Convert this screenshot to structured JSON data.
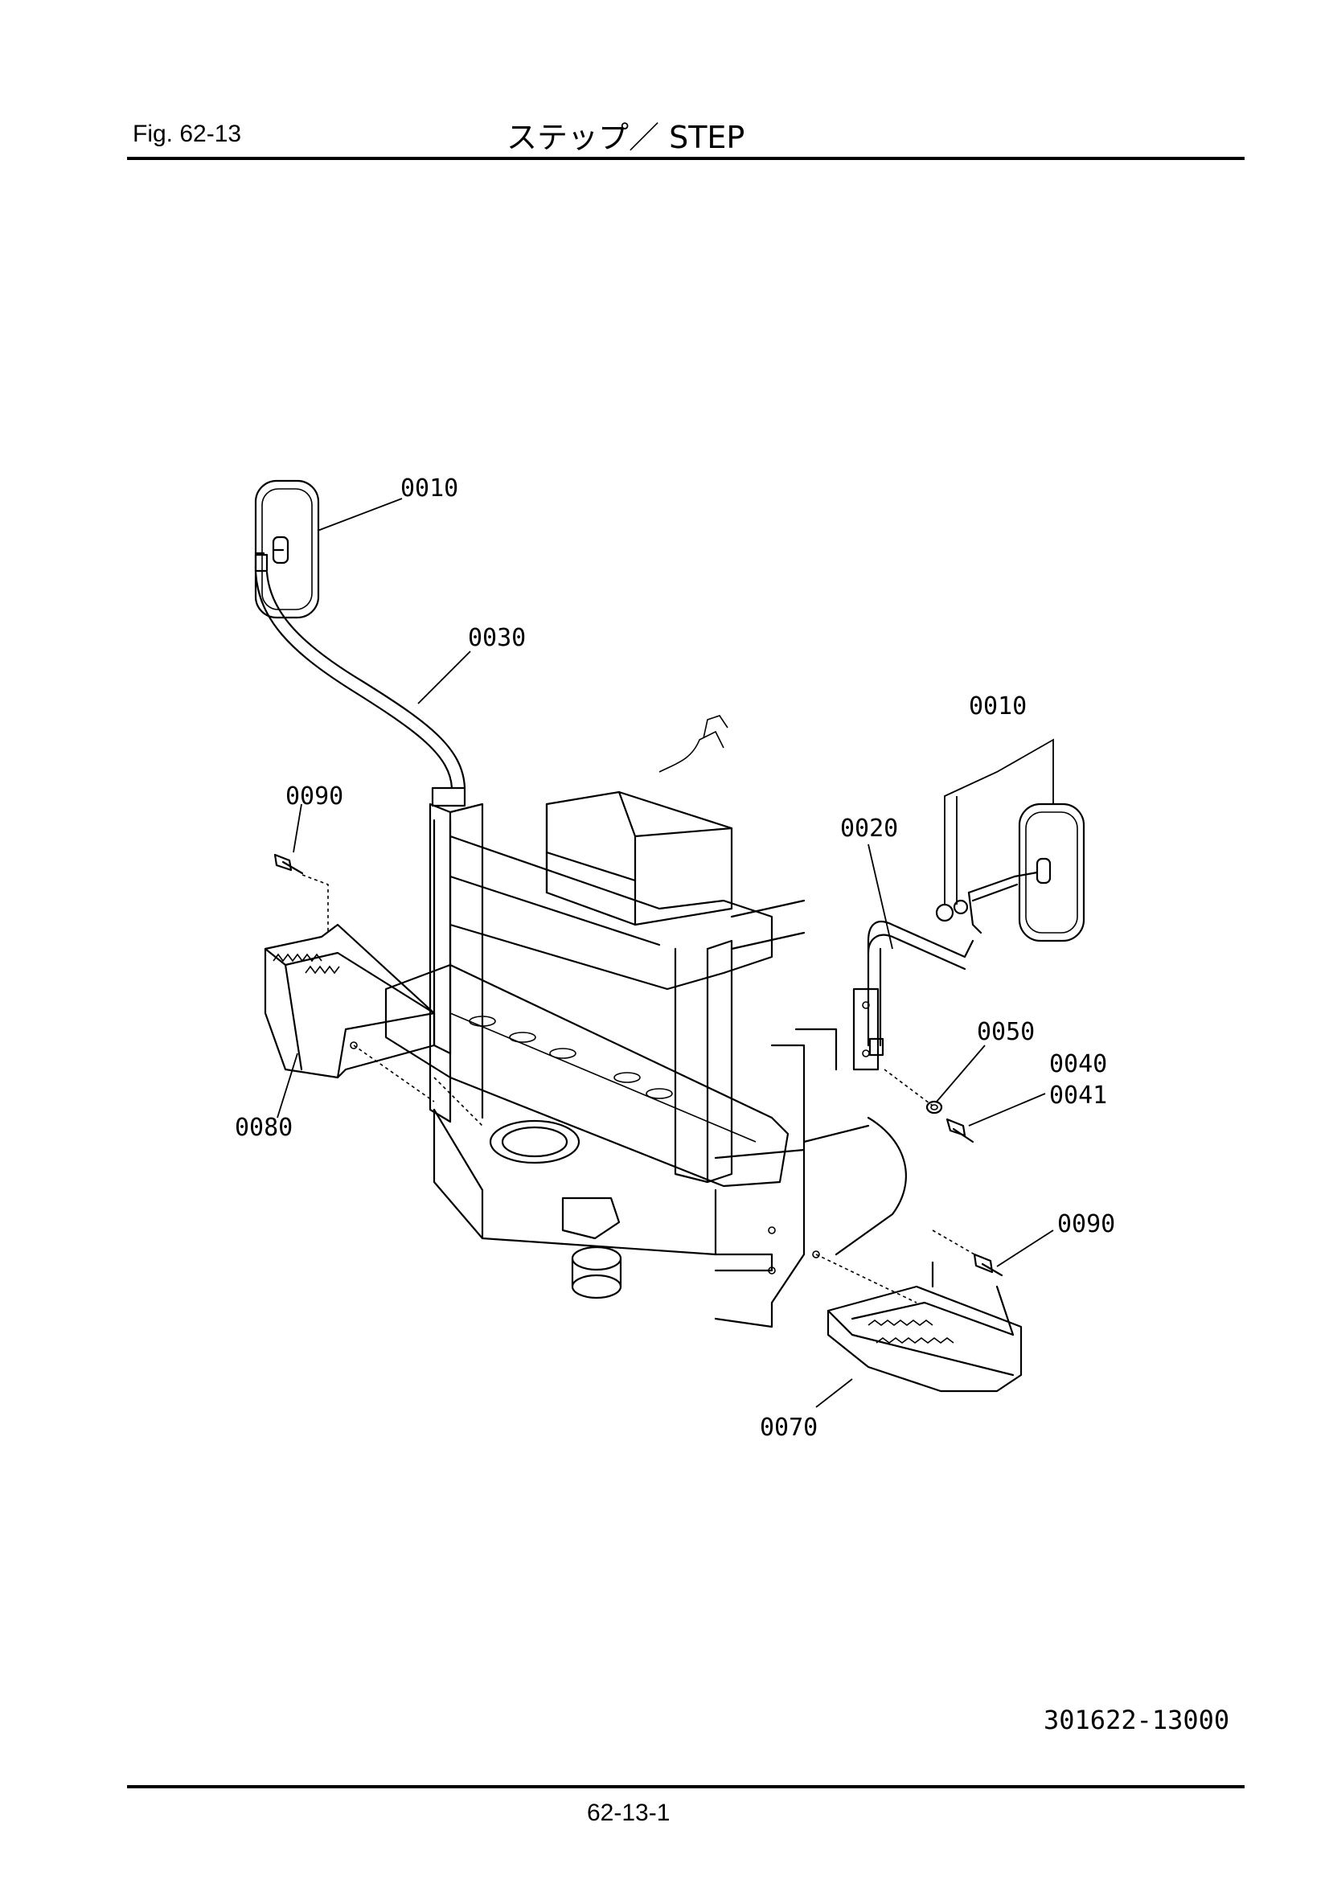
{
  "header": {
    "figure_label": "Fig.  62-13",
    "title": "ステップ／ STEP"
  },
  "callouts": [
    {
      "id": "c1",
      "label": "0010"
    },
    {
      "id": "c2",
      "label": "0030"
    },
    {
      "id": "c3",
      "label": "0010"
    },
    {
      "id": "c4",
      "label": "0090"
    },
    {
      "id": "c5",
      "label": "0020"
    },
    {
      "id": "c6",
      "label": "0050"
    },
    {
      "id": "c7",
      "label": "0040"
    },
    {
      "id": "c8",
      "label": "0041"
    },
    {
      "id": "c9",
      "label": "0080"
    },
    {
      "id": "c10",
      "label": "0090"
    },
    {
      "id": "c11",
      "label": "0070"
    }
  ],
  "footer": {
    "drawing_number": "301622-13000",
    "page_number": "62-13-1"
  }
}
